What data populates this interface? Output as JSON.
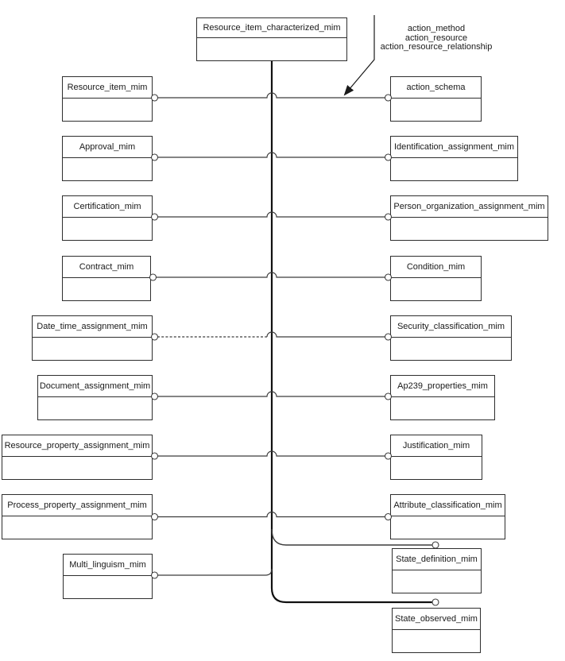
{
  "nodes": {
    "resource_item_characterized": {
      "label": "Resource_item_characterized_mim"
    },
    "resource_item": {
      "label": "Resource_item_mim"
    },
    "approval": {
      "label": "Approval_mim"
    },
    "certification": {
      "label": "Certification_mim"
    },
    "contract": {
      "label": "Contract_mim"
    },
    "date_time_assignment": {
      "label": "Date_time_assignment_mim"
    },
    "document_assignment": {
      "label": "Document_assignment_mim"
    },
    "resource_property_assignment": {
      "label": "Resource_property_assignment_mim"
    },
    "process_property_assignment": {
      "label": "Process_property_assignment_mim"
    },
    "multi_linguism": {
      "label": "Multi_linguism_mim"
    },
    "action_schema": {
      "label": "action_schema"
    },
    "identification_assignment": {
      "label": "Identification_assignment_mim"
    },
    "person_organization_assignment": {
      "label": "Person_organization_assignment_mim"
    },
    "condition": {
      "label": "Condition_mim"
    },
    "security_classification": {
      "label": "Security_classification_mim"
    },
    "ap239_properties": {
      "label": "Ap239_properties_mim"
    },
    "justification": {
      "label": "Justification_mim"
    },
    "attribute_classification": {
      "label": "Attribute_classification_mim"
    },
    "state_definition": {
      "label": "State_definition_mim"
    },
    "state_observed": {
      "label": "State_observed_mim"
    }
  },
  "annotation": {
    "lines": [
      "action_method",
      "action_resource",
      "action_resource_relationship"
    ]
  },
  "colors": {
    "background": "#ffffff",
    "box_fill": "#ffffff",
    "box_border": "#2e2e2e",
    "connector": "#3c3c3c",
    "trunk": "#111111",
    "text": "#1a1a1a"
  }
}
